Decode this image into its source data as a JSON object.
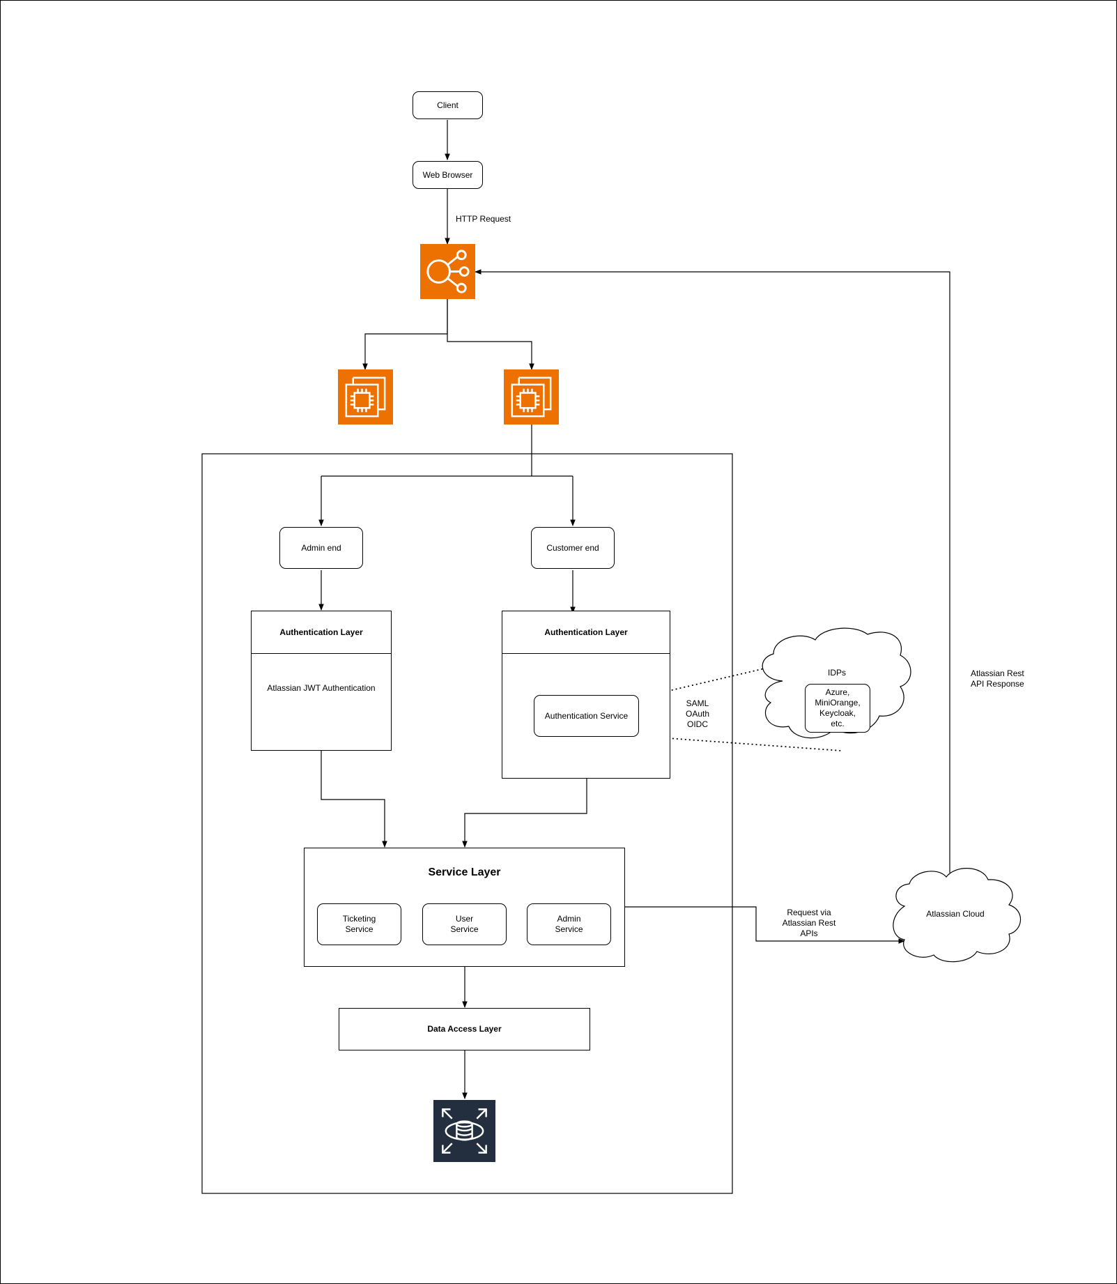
{
  "nodes": {
    "client": "Client",
    "web_browser": "Web Browser",
    "admin_end": "Admin end",
    "customer_end": "Customer end",
    "auth_layer_admin_title": "Authentication Layer",
    "auth_layer_admin_body": "Atlassian JWT Authentication",
    "auth_layer_customer_title": "Authentication Layer",
    "auth_service": "Authentication Service",
    "service_layer_title": "Service Layer",
    "ticketing_service": "Ticketing\nService",
    "user_service": "User\nService",
    "admin_service": "Admin\nService",
    "data_access_layer": "Data Access Layer",
    "idps_title": "IDPs",
    "idps_list": "Azure,\nMiniOrange,\nKeycloak,\netc.",
    "atlassian_cloud": "Atlassian Cloud"
  },
  "edge_labels": {
    "http_request": "HTTP Request",
    "protocols": "SAML\nOAuth\nOIDC",
    "request_via": "Request via\nAtlassian Rest\nAPIs",
    "api_response": "Atlassian Rest\nAPI Response"
  },
  "icons": {
    "load_balancer": "elastic-load-balancing-icon",
    "instance_admin": "ec2-instance-icon",
    "instance_customer": "ec2-instance-icon",
    "database": "rds-database-icon"
  },
  "colors": {
    "aws_orange": "#ED7100",
    "rds_navy": "#232F3E",
    "line": "#000000"
  }
}
